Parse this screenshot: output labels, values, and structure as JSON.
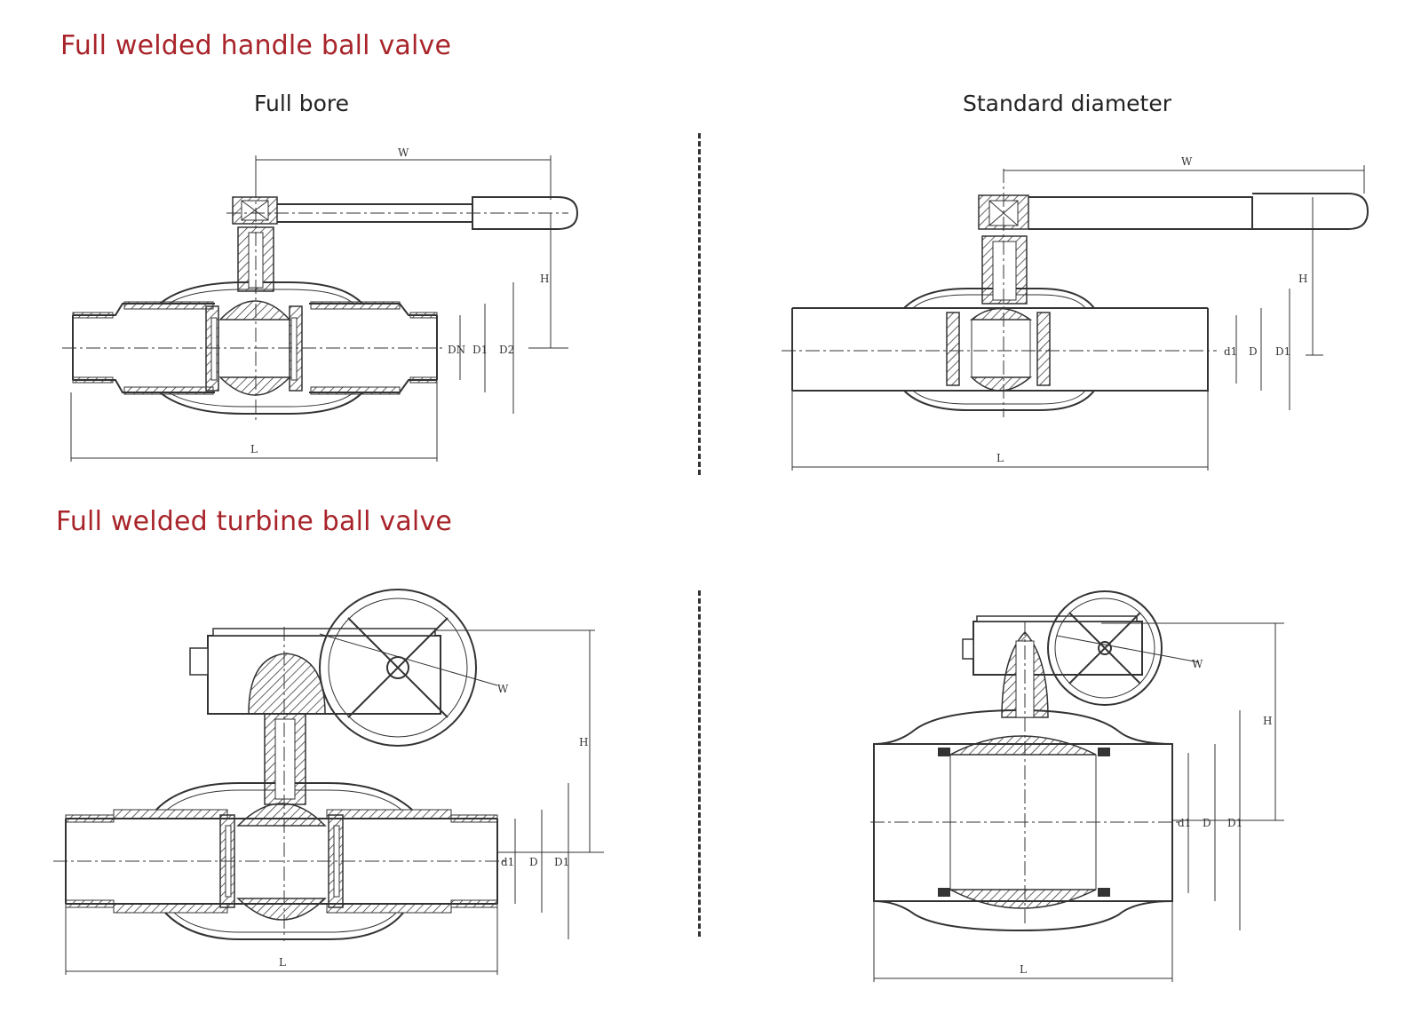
{
  "sections": {
    "handle": {
      "title": "Full welded handle ball valve"
    },
    "turbine": {
      "title": "Full welded turbine ball valve"
    }
  },
  "subtitles": {
    "full_bore": "Full bore",
    "standard_diameter": "Standard diameter"
  },
  "diagram_labels": {
    "d1": {
      "w": "W",
      "h": "H",
      "dn": "DN",
      "d1": "D1",
      "d2": "D2",
      "l": "L"
    },
    "d2": {
      "w": "W",
      "h": "H",
      "d1": "d1",
      "d": "D",
      "cap_d1": "D1",
      "l": "L"
    },
    "d3": {
      "w": "W",
      "h": "H",
      "d1": "d1",
      "d": "D",
      "cap_d1": "D1",
      "l": "L"
    },
    "d4": {
      "w": "W",
      "h": "H",
      "d1": "d1",
      "d": "D",
      "cap_d1": "D1",
      "l": "L"
    }
  },
  "colors": {
    "section_title": "#a8242a",
    "line": "#333333",
    "background": "#ffffff"
  }
}
